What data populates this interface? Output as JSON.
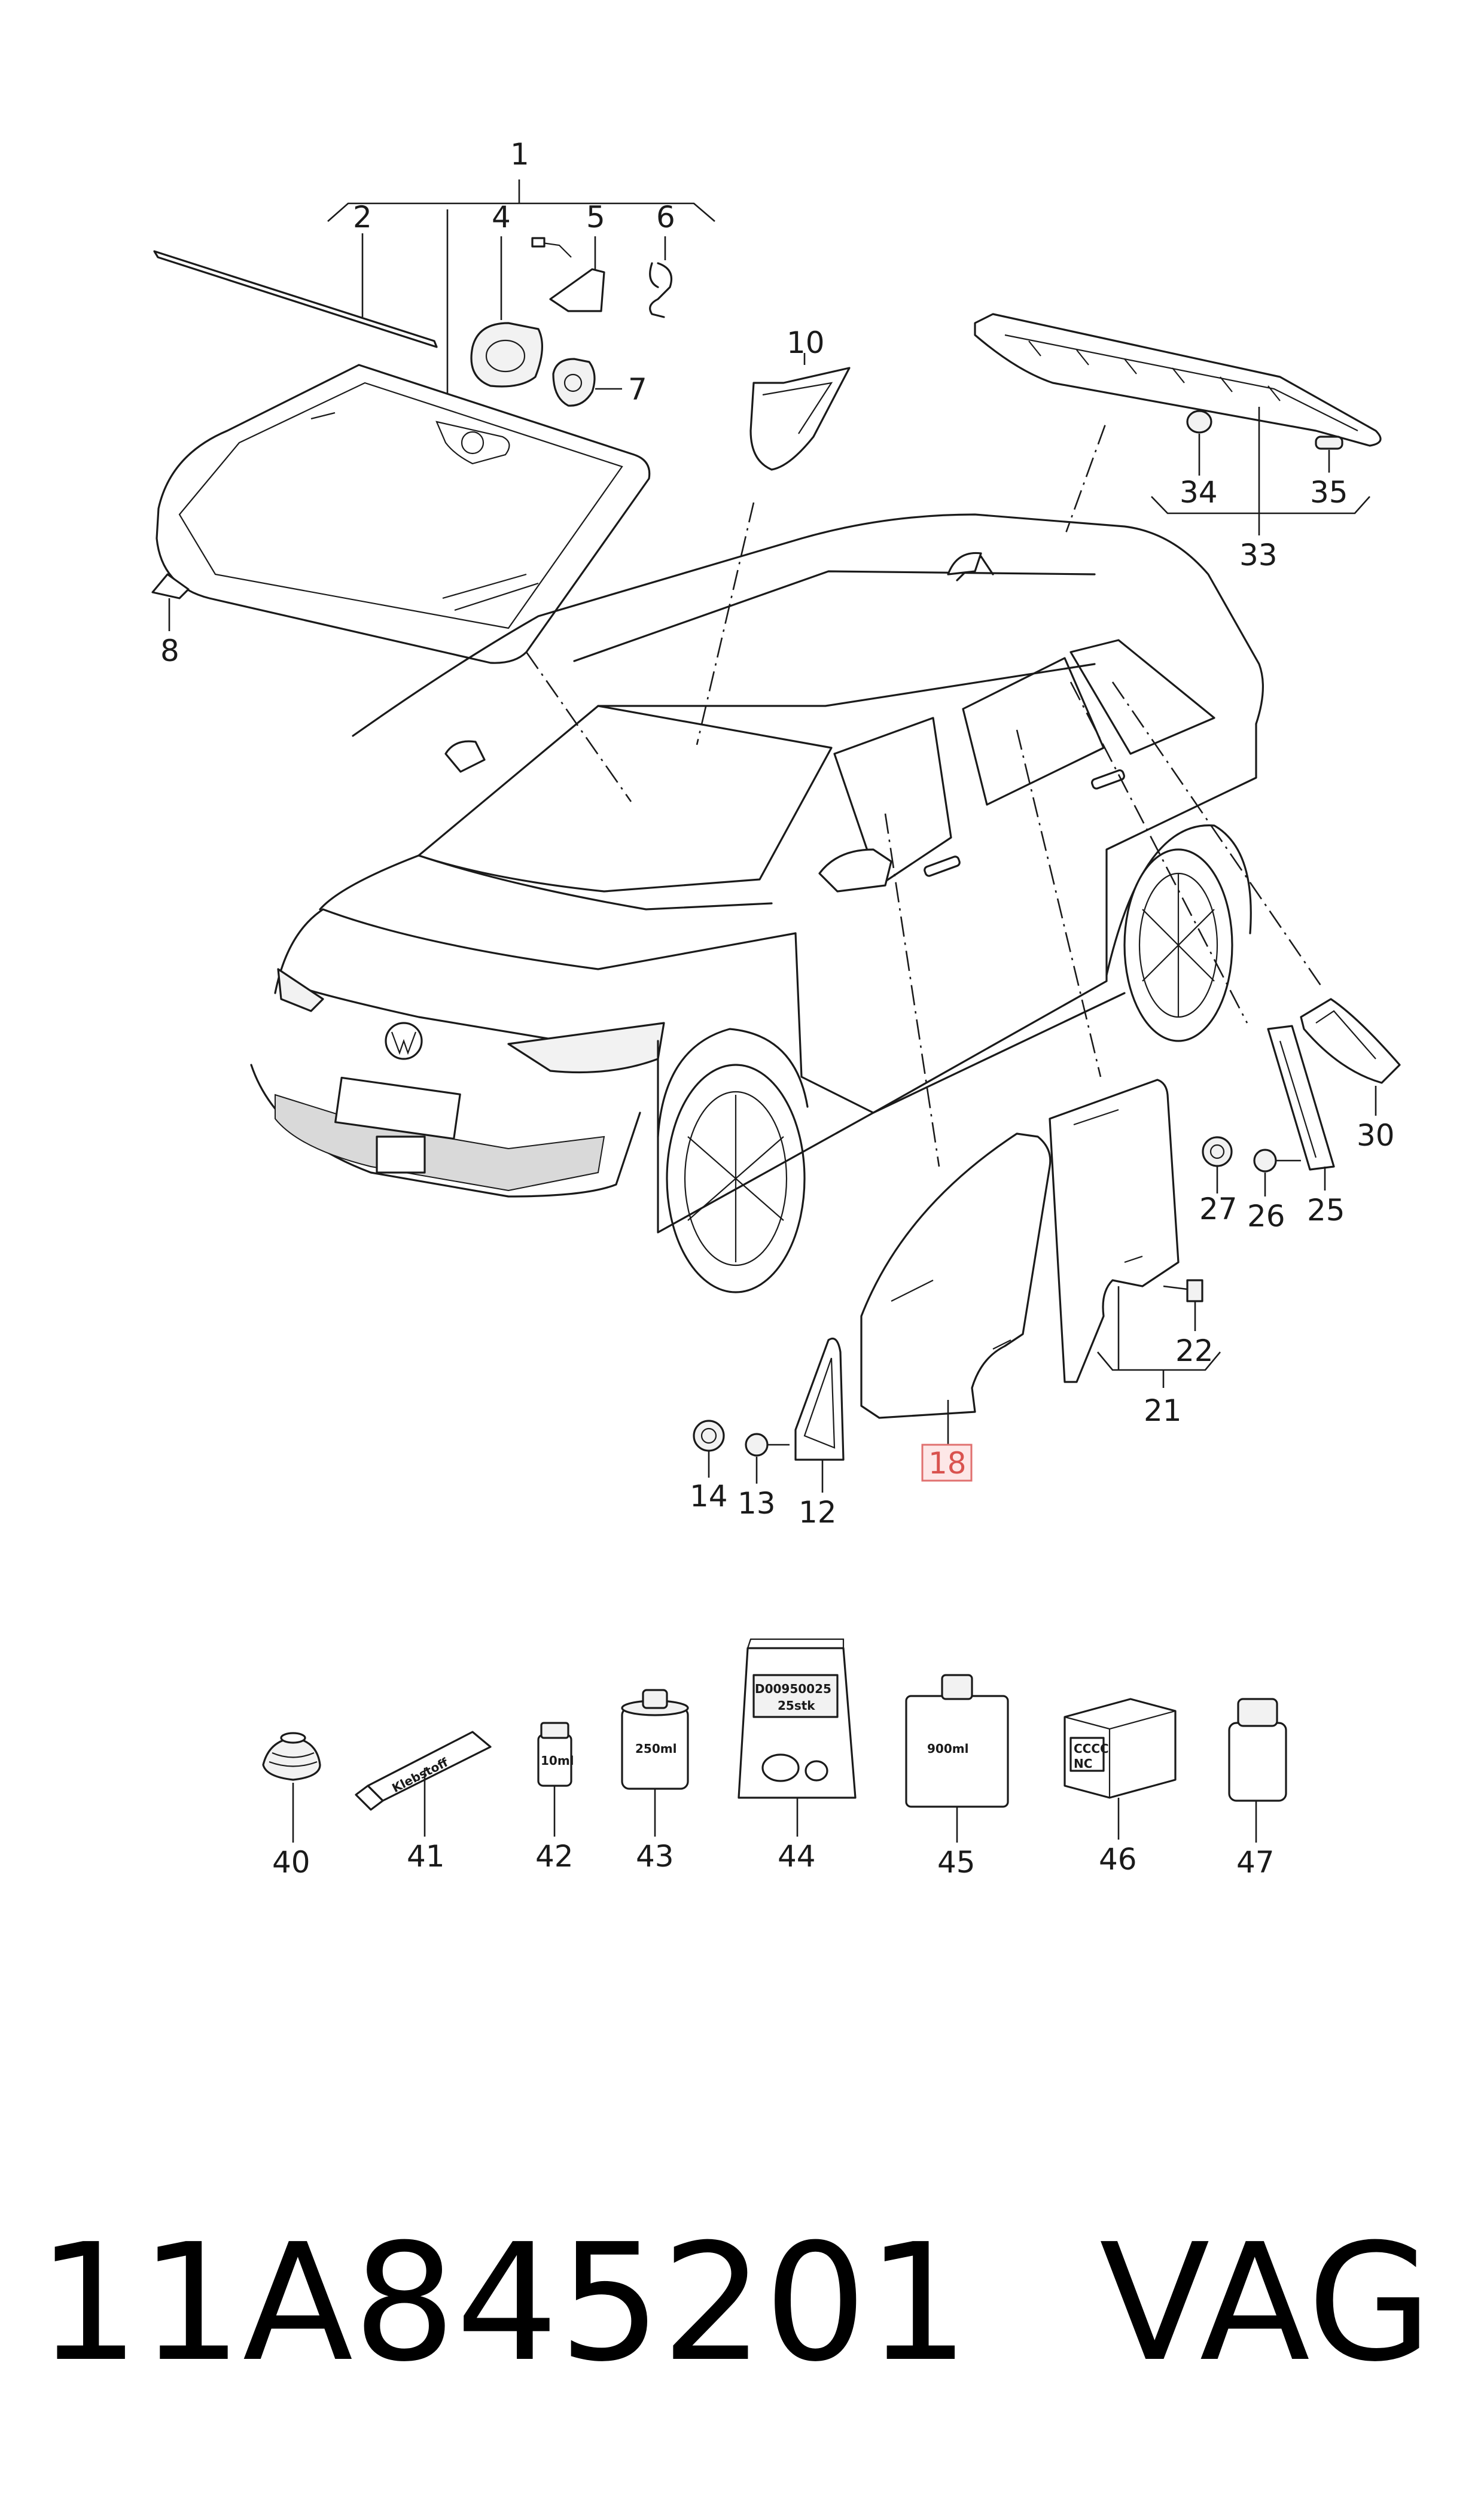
{
  "diagram": {
    "callouts": {
      "n1": "1",
      "n2": "2",
      "n4": "4",
      "n5": "5",
      "n6": "6",
      "n7": "7",
      "n8": "8",
      "n10": "10",
      "n12": "12",
      "n13": "13",
      "n14": "14",
      "n18": "18",
      "n21": "21",
      "n22": "22",
      "n25": "25",
      "n26": "26",
      "n27": "27",
      "n30": "30",
      "n33": "33",
      "n34": "34",
      "n35": "35",
      "n40": "40",
      "n41": "41",
      "n42": "42",
      "n43": "43",
      "n44": "44",
      "n45": "45",
      "n46": "46",
      "n47": "47"
    },
    "highlighted_callout": "18",
    "highlight_color": "#e0706f",
    "package_labels": {
      "tube": "Klebstoff",
      "vial": "10ml",
      "can": "250ml",
      "bag_line1": "D00950025",
      "bag_line2": "25stk",
      "bottle": "900ml",
      "box_line1": "CCCC",
      "box_line2": "NC"
    }
  },
  "footer": {
    "part_number": "11A845201",
    "brand": "VAG"
  }
}
